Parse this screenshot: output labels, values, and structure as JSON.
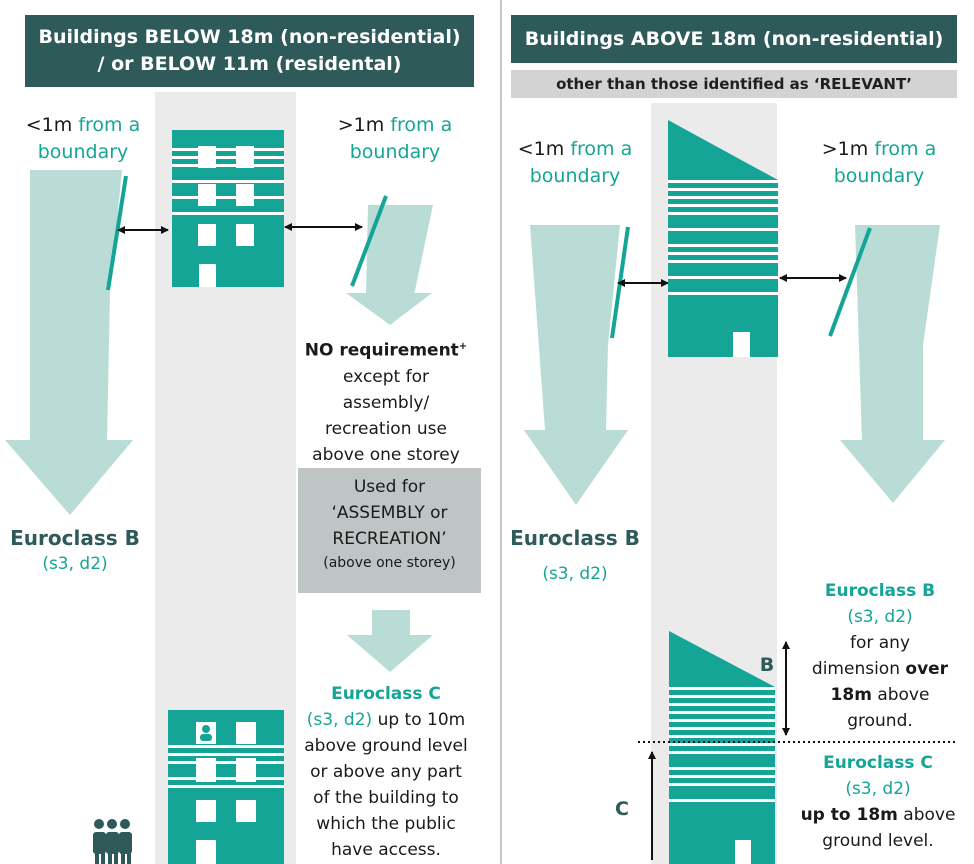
{
  "left": {
    "header_line1": "Buildings BELOW 18m (non-residential)",
    "header_line2": "/ or BELOW 11m (residental)",
    "lt1m_prefix": "<1m",
    "lt1m_suffix": "from a",
    "lt1m_line2": "boundary",
    "gt1m_prefix": ">1m",
    "gt1m_suffix": "from a",
    "gt1m_line2": "boundary",
    "no_req_title": "NO requirement",
    "no_req_sup": "+",
    "no_req_lines": [
      "except for",
      "assembly/",
      "recreation use",
      "above one storey"
    ],
    "used_for_lines": [
      "Used for",
      "‘ASSEMBLY or",
      "RECREATION’"
    ],
    "used_for_note": "(above one storey)",
    "euro_b": "Euroclass B",
    "euro_b_class": "(s3, d2)",
    "euro_c_title": "Euroclass C",
    "euro_c_class": "(s3, d2)",
    "euro_c_limit": "up to 10m",
    "euro_c_lines": [
      "above ground level",
      "or above any part",
      "of the building to",
      "which the public",
      "have access."
    ]
  },
  "right": {
    "header": "Buildings ABOVE 18m (non-residential)",
    "subheader": "other than those identified as ‘RELEVANT’",
    "lt1m_prefix": "<1m",
    "lt1m_suffix": "from a",
    "lt1m_line2": "boundary",
    "gt1m_prefix": ">1m",
    "gt1m_suffix": "from a",
    "gt1m_line2": "boundary",
    "euro_b": "Euroclass B",
    "euro_b_class": "(s3, d2)",
    "b2_title": "Euroclass B",
    "b2_class": "(s3, d2)",
    "b2_line1": "for any",
    "b2_line2a": "dimension",
    "b2_line2b": "over",
    "b2_line3a": "18m",
    "b2_line3b": "above",
    "b2_line4": "ground.",
    "c2_title": "Euroclass C",
    "c2_class": "(s3, d2)",
    "c2_line1a": "up to 18m",
    "c2_line1b": "above",
    "c2_line2": "ground level.",
    "marker_b": "B",
    "marker_c": "C"
  },
  "colors": {
    "teal": "#15a597",
    "header_bg": "#2f5a5a",
    "light_teal": "#b9ddd6",
    "column_gray": "#ebebeb"
  },
  "icons": [
    "double-arrow-icon",
    "people-icon",
    "person-window-icon"
  ]
}
